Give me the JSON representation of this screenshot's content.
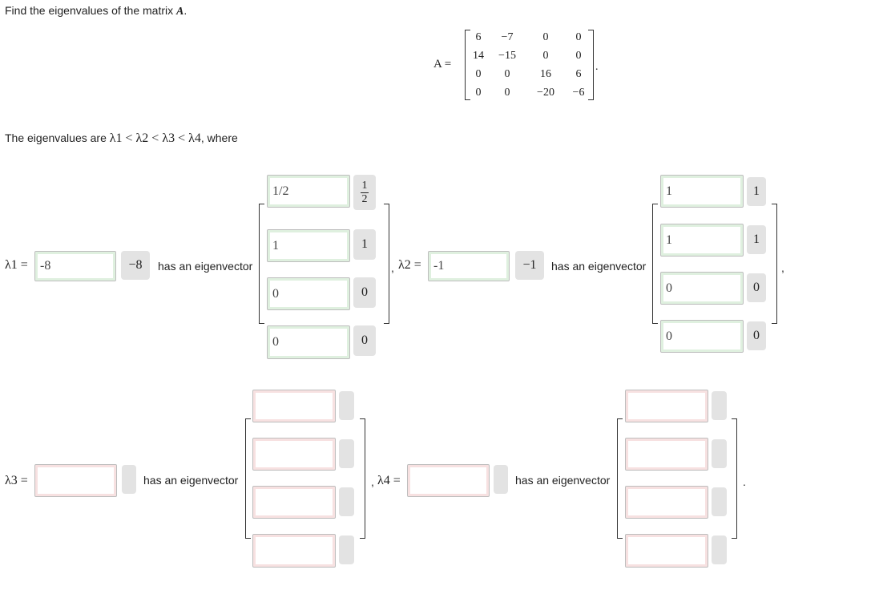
{
  "question": {
    "prompt_text": "Find the eigenvalues of the matrix",
    "matrix_symbol": "A",
    "period": ".",
    "equals": "A =",
    "matrix": [
      [
        "6",
        "−7",
        "0",
        "0"
      ],
      [
        "14",
        "−15",
        "0",
        "0"
      ],
      [
        "0",
        "0",
        "16",
        "6"
      ],
      [
        "0",
        "0",
        "−20",
        "−6"
      ]
    ],
    "matrix_trailing": "."
  },
  "statement": {
    "prefix": "The eigenvalues are",
    "ordering": "λ1 < λ2 < λ3 < λ4",
    "suffix": ", where"
  },
  "eigen1": {
    "label": "λ1 =",
    "value": "-8",
    "preview": "−8",
    "has_eig_text": "has an eigenvector",
    "vector_values": [
      "1/2",
      "1",
      "0",
      "0"
    ],
    "vector_previews": [
      "1/2 fraction",
      "1",
      "0",
      "0"
    ],
    "fraction_num": "1",
    "fraction_den": "2",
    "trailing": ","
  },
  "eigen2": {
    "label": "λ2 =",
    "value": "-1",
    "preview": "−1",
    "has_eig_text": "has an eigenvector",
    "vector_values": [
      "1",
      "1",
      "0",
      "0"
    ],
    "vector_previews": [
      "1",
      "1",
      "0",
      "0"
    ],
    "trailing": ","
  },
  "eigen3": {
    "label": "λ3 =",
    "value": "",
    "has_eig_text": "has an eigenvector",
    "vector_values": [
      "",
      "",
      "",
      ""
    ],
    "trailing": ","
  },
  "eigen4": {
    "label": "λ4 =",
    "value": "",
    "has_eig_text": "has an eigenvector",
    "vector_values": [
      "",
      "",
      "",
      ""
    ],
    "trailing": "."
  },
  "colors": {
    "correct_glow": "#dff0df",
    "empty_glow": "#f7e1e1",
    "preview_bg": "#e3e3e3"
  }
}
